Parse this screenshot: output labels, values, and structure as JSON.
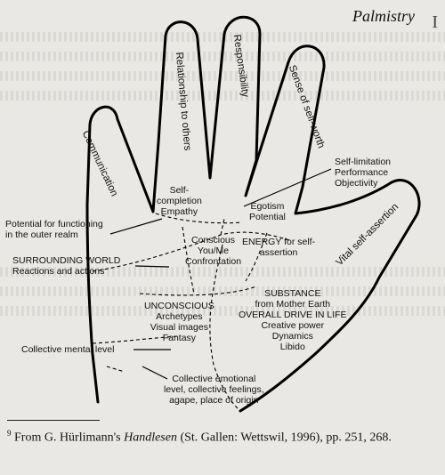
{
  "header": {
    "title": "Palmistry"
  },
  "fingers": {
    "thumb": "Vital self-assertion",
    "index": "Communication",
    "middle": "Relationship to others",
    "ring": "Responsibility",
    "little": "Sense of self-worth"
  },
  "callouts": {
    "self_limitation": [
      "Self-limitation",
      "Performance",
      "Objectivity"
    ],
    "outer_realm": [
      "Potential for functioning",
      "in the outer realm"
    ],
    "surrounding_world": [
      "SURROUNDING WORLD",
      "Reactions and actions"
    ],
    "collective_mental": "Collective mental level",
    "collective_emotional": [
      "Collective emotional",
      "level, collective feelings,",
      "agape, place of origin"
    ]
  },
  "regions": {
    "self_completion": [
      "Self-",
      "completion",
      "Empathy"
    ],
    "egotism": [
      "Egotism",
      "Potential"
    ],
    "conscious": [
      "Conscious",
      "You/Me",
      "Confrontation"
    ],
    "energy": [
      "ENERGY for self-",
      "assertion"
    ],
    "unconscious": [
      "UNCONSCIOUS",
      "Archetypes",
      "Visual images",
      "Fantasy"
    ],
    "substance": [
      "SUBSTANCE",
      "from Mother Earth",
      "OVERALL DRIVE IN LIFE",
      "Creative power",
      "Dynamics",
      "Libido"
    ]
  },
  "footnote": {
    "number": "9",
    "prefix": "From G. Hürlimann's",
    "title": "Handlesen",
    "suffix": "(St. Gallen: Wettswil, 1996), pp. 251, 268."
  }
}
